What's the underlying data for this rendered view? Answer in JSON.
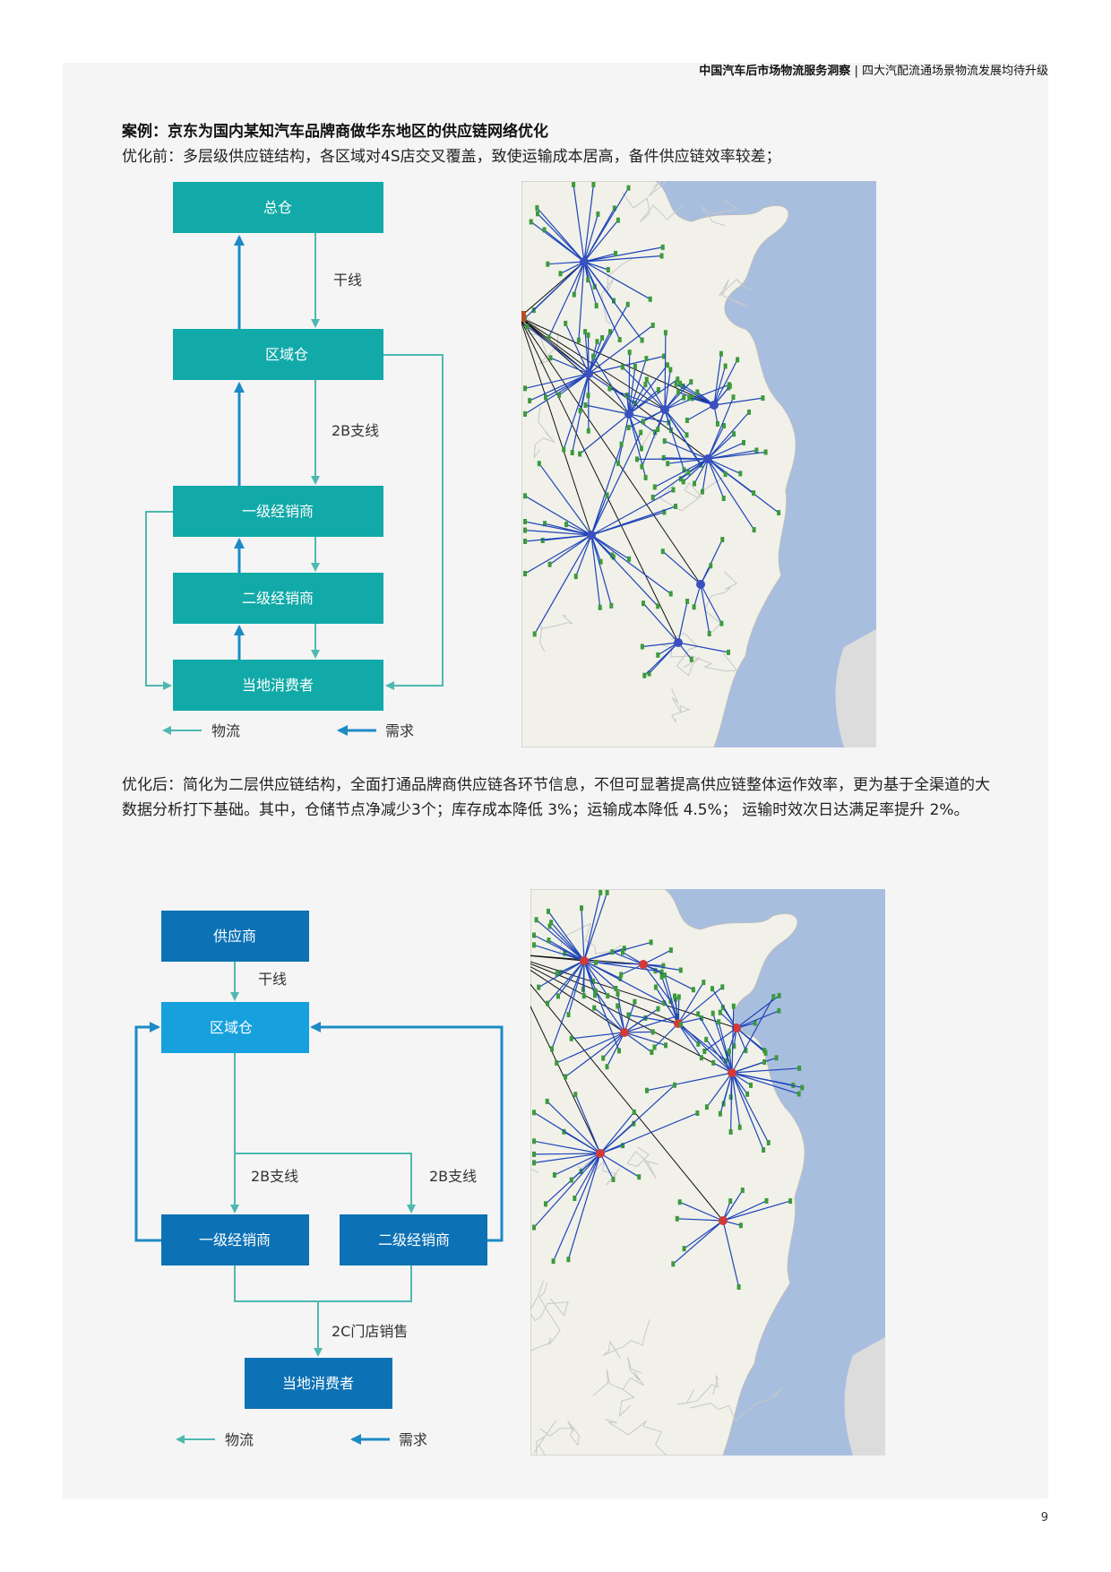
{
  "header": {
    "report_title": "中国汽车后市场物流服务洞察",
    "separator": "|",
    "section_title": "四大汽配流通场景物流发展均待升级"
  },
  "case": {
    "title": "案例：京东为国内某知汽车品牌商做华东地区的供应链网络优化",
    "before": "优化前：多层级供应链结构，各区域对4S店交叉覆盖，致使运输成本居高，备件供应链效率较差；",
    "after": "优化后：简化为二层供应链结构，全面打通品牌商供应链各环节信息，不但可显著提高供应链整体运作效率，更为基于全渠道的大数据分析打下基础。其中，仓储节点净减少3个；库存成本降低 3%；运输成本降低 4.5%； 运输时效次日达满足率提升 2%。"
  },
  "before_diagram": {
    "nodes": {
      "main_wh": "总仓",
      "region_wh": "区域仓",
      "dealer1": "一级经销商",
      "dealer2": "二级经销商",
      "consumer": "当地消费者"
    },
    "labels": {
      "trunk": "干线",
      "branch_2b": "2B支线"
    },
    "legend": {
      "logistics": "物流",
      "demand": "需求"
    }
  },
  "after_diagram": {
    "nodes": {
      "supplier": "供应商",
      "region_wh": "区域仓",
      "dealer1": "一级经销商",
      "dealer2": "二级经销商",
      "consumer": "当地消费者"
    },
    "labels": {
      "trunk": "干线",
      "branch_2b_left": "2B支线",
      "branch_2b_right": "2B支线",
      "store_2c": "2C门店销售"
    },
    "legend": {
      "logistics": "物流",
      "demand": "需求"
    }
  },
  "colors": {
    "teal": "#12aaa8",
    "teal_line": "#4fb8b0",
    "blue_line": "#1d8ac6",
    "dark_blue": "#0d72b5",
    "light_blue": "#16a0dd",
    "sea": "#a8bedf",
    "land": "#f1f1e9",
    "route_blue": "#1f45b8",
    "route_black": "#111111",
    "node_green": "#3c9a3c",
    "node_red": "#d13a3a"
  },
  "page": {
    "number": "9"
  }
}
